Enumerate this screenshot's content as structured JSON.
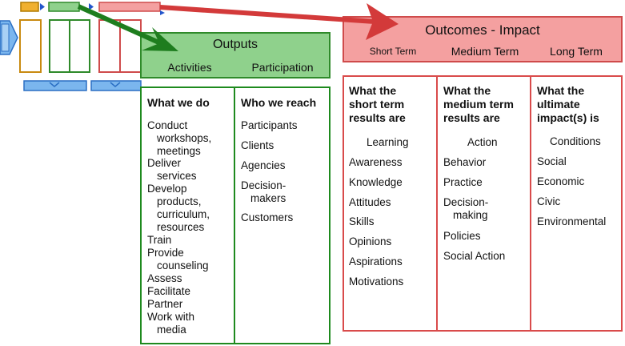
{
  "outputs": {
    "title": "Outputs",
    "activities_label": "Activities",
    "participation_label": "Participation",
    "what_we_do": {
      "heading": "What we do",
      "items": [
        [
          "Conduct",
          "workshops,",
          "meetings"
        ],
        [
          "Deliver",
          "services"
        ],
        [
          "Develop",
          "products,",
          "curriculum,",
          "resources"
        ],
        [
          "Train"
        ],
        [
          "Provide",
          "counseling"
        ],
        [
          "Assess"
        ],
        [
          "Facilitate"
        ],
        [
          "Partner"
        ],
        [
          "Work with",
          "media"
        ]
      ]
    },
    "who_we_reach": {
      "heading": "Who we reach",
      "items": [
        [
          "Participants"
        ],
        [
          "Clients"
        ],
        [
          "Agencies"
        ],
        [
          "Decision-",
          "makers"
        ],
        [
          "Customers"
        ]
      ]
    }
  },
  "outcomes": {
    "title": "Outcomes - Impact",
    "short_label": "Short Term",
    "medium_label": "Medium Term",
    "long_label": "Long Term",
    "short": {
      "heading": [
        "What the",
        "short term",
        "results are"
      ],
      "category": "Learning",
      "items": [
        "Awareness",
        "Knowledge",
        "Attitudes",
        "Skills",
        "Opinions",
        "Aspirations",
        "Motivations"
      ]
    },
    "medium": {
      "heading": [
        "What the",
        "medium term",
        "results are"
      ],
      "category": "Action",
      "items": [
        [
          "Behavior"
        ],
        [
          "Practice"
        ],
        [
          "Decision-",
          "making"
        ],
        [
          "Policies"
        ],
        [
          "Social Action"
        ]
      ]
    },
    "long": {
      "heading": [
        "What the",
        "ultimate",
        "impact(s) is"
      ],
      "category": "Conditions",
      "items": [
        "Social",
        "Economic",
        "Civic",
        "Environmental"
      ]
    }
  },
  "colors": {
    "outputs_fill": "#8fd18c",
    "outputs_border": "#1e8a1e",
    "outcomes_fill": "#f4a0a0",
    "outcomes_border": "#d94b4b",
    "input_blue": "#5aa0e6",
    "situation_orange": "#f0b030"
  }
}
